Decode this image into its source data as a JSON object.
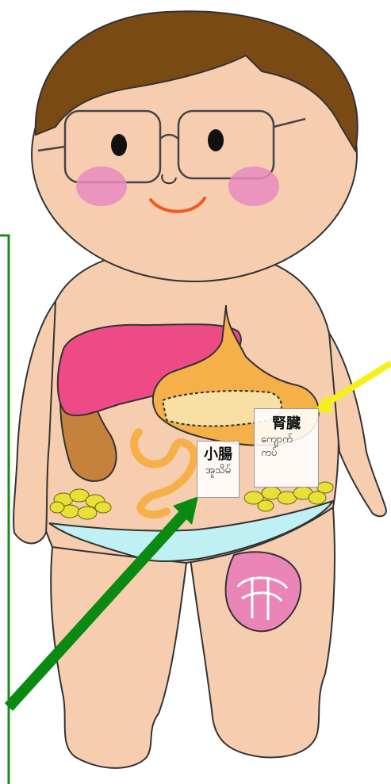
{
  "labels": {
    "small_intestine": {
      "japanese": "小腸",
      "burmese": "အူသိမ်"
    },
    "kidney": {
      "japanese": "腎臓",
      "burmese_line1": "ကျောက်",
      "burmese_line2": "ကပ်"
    }
  },
  "colors": {
    "skin": "#f6ceaf",
    "hair": "#7a4a14",
    "cheek": "#e98ac0",
    "mouth": "#f25a1e",
    "liver": "#ee4a86",
    "stomach": "#f5b04a",
    "pancreas": "#f8dfa3",
    "colon": "#c6813c",
    "fat": "#e8e03a",
    "underwear": "#bff0f4",
    "tattoo": "#ea85b8",
    "arrow_green": "#0a8a10",
    "arrow_yellow": "#f5ef1a",
    "line_green": "#1a8a1a"
  }
}
